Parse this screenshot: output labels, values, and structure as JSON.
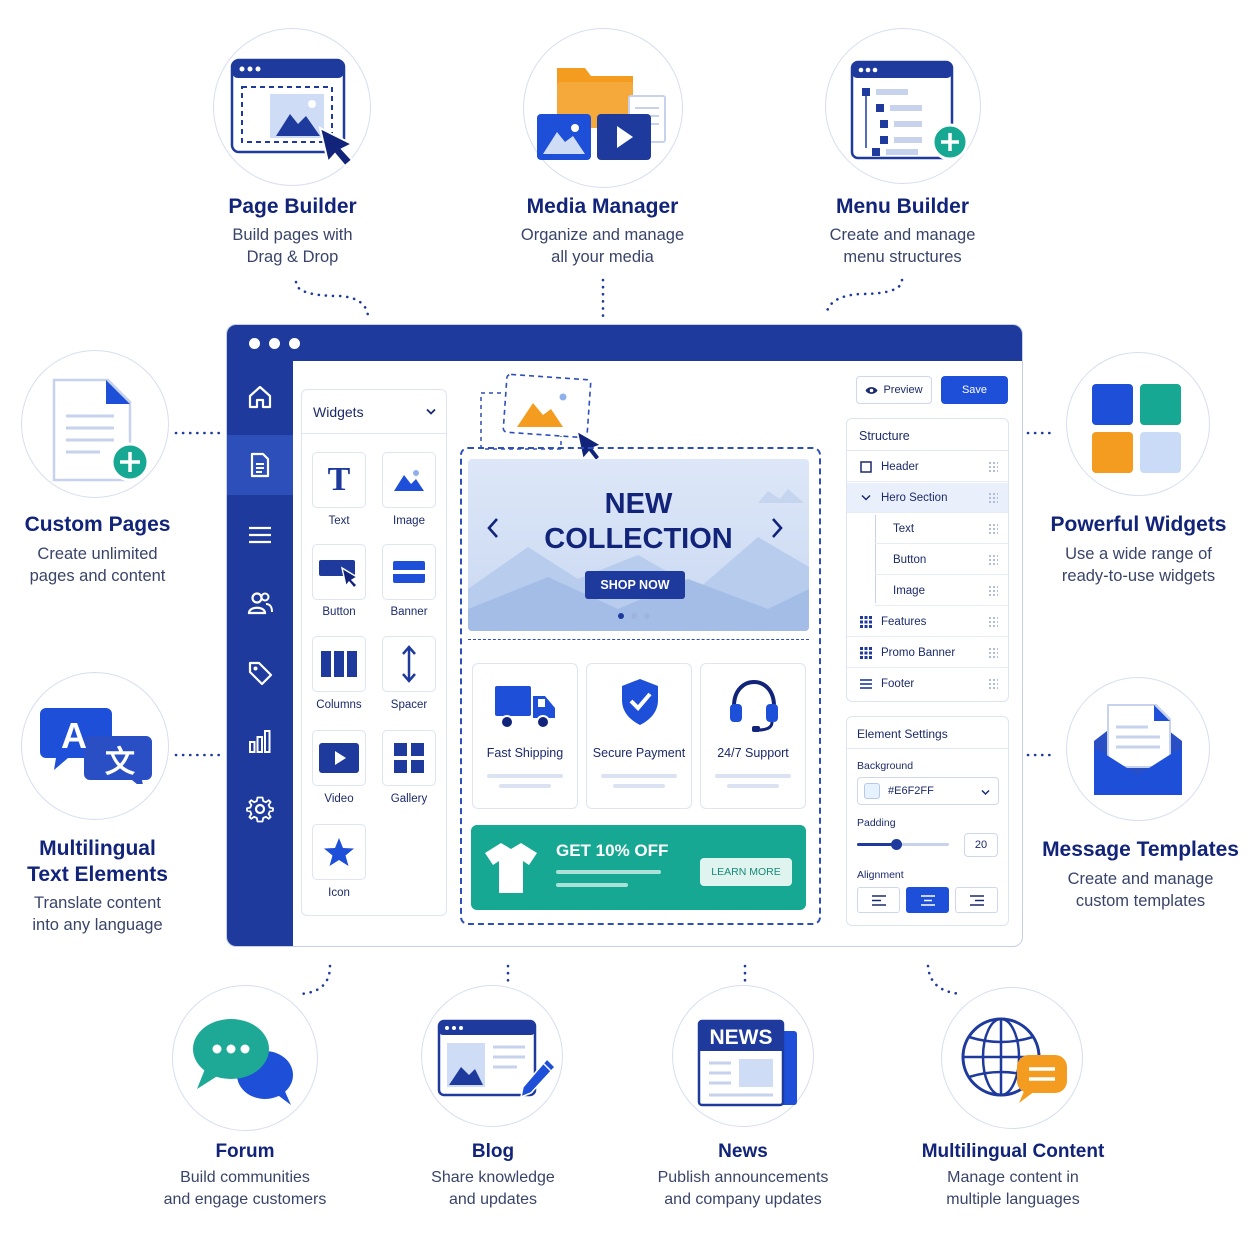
{
  "features": {
    "page_builder": {
      "title": "Page Builder",
      "desc": "Build pages with\nDrag & Drop"
    },
    "media_manager": {
      "title": "Media Manager",
      "desc": "Organize and manage\nall your media"
    },
    "menu_builder": {
      "title": "Menu Builder",
      "desc": "Create and manage\nmenu structures"
    },
    "custom_pages": {
      "title": "Custom Pages",
      "desc": "Create unlimited\npages and content"
    },
    "powerful_widgets": {
      "title": "Powerful Widgets",
      "desc": "Use a wide range of\nready-to-use widgets"
    },
    "multilingual_text": {
      "title": "Multilingual\nText Elements",
      "desc": "Translate content\ninto any language",
      "icon_letters": [
        "A",
        "文"
      ]
    },
    "message_templates": {
      "title": "Message Templates",
      "desc": "Create and manage\ncustom templates"
    },
    "forum": {
      "title": "Forum",
      "desc": "Build communities\nand engage customers"
    },
    "blog": {
      "title": "Blog",
      "desc": "Share knowledge\nand updates"
    },
    "news": {
      "title": "News",
      "desc": "Publish announcements\nand company updates",
      "icon_text": "NEWS"
    },
    "multilingual_content": {
      "title": "Multilingual Content",
      "desc": "Manage content in\nmultiple languages"
    }
  },
  "widgets_panel": {
    "title": "Widgets",
    "items": [
      "Text",
      "Image",
      "Button",
      "Banner",
      "Columns",
      "Spacer",
      "Video",
      "Gallery",
      "Icon"
    ],
    "text_glyph": "T"
  },
  "hero": {
    "title": "NEW\nCOLLECTION",
    "button": "SHOP NOW"
  },
  "cards": [
    "Fast Shipping",
    "Secure Payment",
    "24/7 Support"
  ],
  "promo": {
    "title": "GET 10% OFF",
    "button": "LEARN MORE"
  },
  "toolbar": {
    "preview": "Preview",
    "save": "Save"
  },
  "structure": {
    "title": "Structure",
    "items": [
      "Header",
      "Hero Section",
      "Text",
      "Button",
      "Image",
      "Features",
      "Promo Banner",
      "Footer"
    ]
  },
  "element_settings": {
    "title": "Element Settings",
    "background_label": "Background",
    "background_value": "#E6F2FF",
    "padding_label": "Padding",
    "padding_value": "20",
    "padding_fraction": 0.42,
    "alignment_label": "Alignment",
    "alignment_selected": "center"
  },
  "colors": {
    "brand": "#1e3a9d",
    "accent": "#1e4fd8",
    "teal": "#17a893",
    "orange": "#f39c1f",
    "light_blue": "#e6f2ff"
  }
}
